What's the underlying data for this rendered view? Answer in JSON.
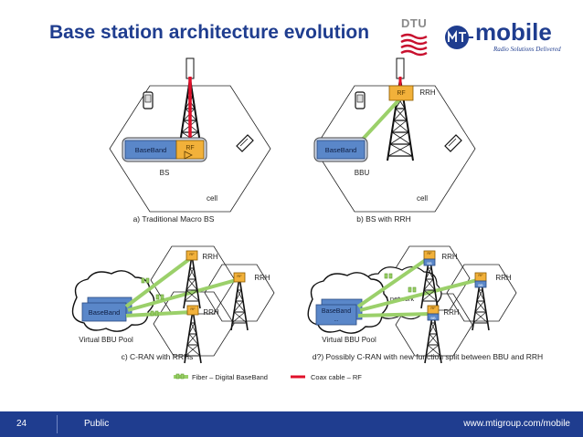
{
  "title": "Base station architecture evolution",
  "logos": {
    "dtu": "DTU",
    "mtg_brand": "mobile",
    "mtg_tagline": "Radio Solutions Delivered"
  },
  "panels": {
    "a": {
      "caption": "a) Traditional Macro BS",
      "baseband": "BaseBand",
      "rf": "RF",
      "bs_label": "BS",
      "cell_label": "cell"
    },
    "b": {
      "caption": "b) BS with RRH",
      "baseband": "BaseBand",
      "rf": "RF",
      "rrh_label": "RRH",
      "bbu_label": "BBU",
      "cell_label": "cell"
    },
    "c": {
      "caption": "c) C-RAN with RRHs",
      "baseband": "BaseBand",
      "pool_label": "Virtual BBU Pool",
      "rrh_label": "RRH",
      "rf": "RF"
    },
    "d": {
      "caption": "d?) Possibly C-RAN with new function split between BBU and RRH",
      "baseband": "BaseBand",
      "baseband_sub": "...",
      "pool_label": "Virtual BBU Pool",
      "rrh_label": "RRH",
      "fh_label": "FH network",
      "rf": "RF",
      "bb": "BB"
    }
  },
  "legend": {
    "fiber": "Fiber – Digital BaseBand",
    "coax": "Coax cable – RF"
  },
  "colors": {
    "brand_blue": "#1f3d8f",
    "baseband_box": "#5a87c9",
    "rf_box": "#f2b13a",
    "fiber": "#9bd06a",
    "coax": "#e0102a"
  },
  "footer": {
    "page_number": "24",
    "classification": "Public",
    "url": "www.mtigroup.com/mobile"
  }
}
